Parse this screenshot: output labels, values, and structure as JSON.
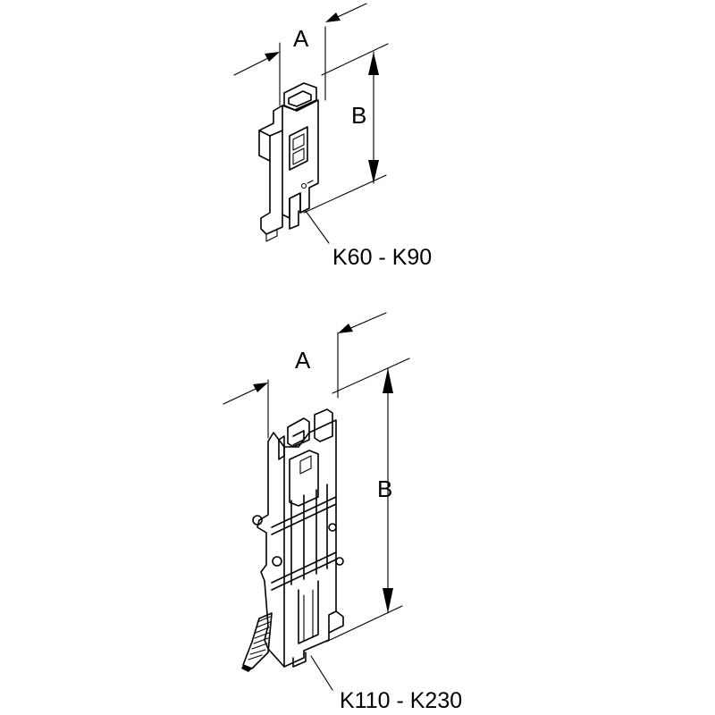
{
  "diagram": {
    "top_part": {
      "label": "K60 - K90",
      "dim_a": "A",
      "dim_b": "B"
    },
    "bottom_part": {
      "label": "K110 - K230",
      "dim_a": "A",
      "dim_b": "B"
    }
  }
}
